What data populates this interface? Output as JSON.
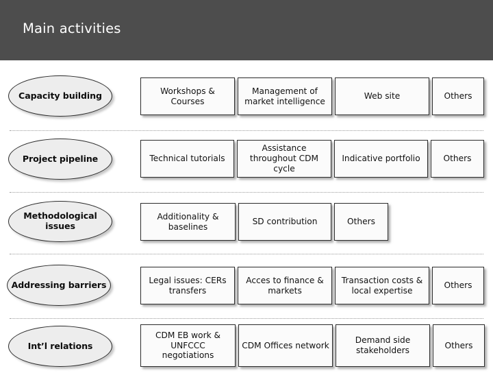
{
  "header": {
    "title": "Main activities",
    "band_color": "#4d4d4d",
    "title_color": "#ffffff"
  },
  "diagram": {
    "type": "matrix-of-activities",
    "rows": [
      {
        "category": "Capacity building",
        "items": [
          "Workshops & Courses",
          "Management of market intelligence",
          "Web site",
          "Others"
        ]
      },
      {
        "category": "Project pipeline",
        "items": [
          "Technical tutorials",
          "Assistance throughout CDM cycle",
          "Indicative portfolio",
          "Others"
        ]
      },
      {
        "category": "Methodological issues",
        "items": [
          "Additionality & baselines",
          "SD contribution",
          "Others"
        ]
      },
      {
        "category": "Addressing barriers",
        "items": [
          "Legal issues: CERs transfers",
          "Acces to finance & markets",
          "Transaction costs & local expertise",
          "Others"
        ]
      },
      {
        "category": "Int’l relations",
        "items": [
          "CDM EB work & UNFCCC negotiations",
          "CDM Offices network",
          "Demand side stakeholders",
          "Others"
        ]
      }
    ]
  },
  "colors": {
    "ellipse_fill": "#ededed",
    "box_fill": "#fbfbfb",
    "outline": "#2b2b2b",
    "divider": "#9a9a9a"
  }
}
